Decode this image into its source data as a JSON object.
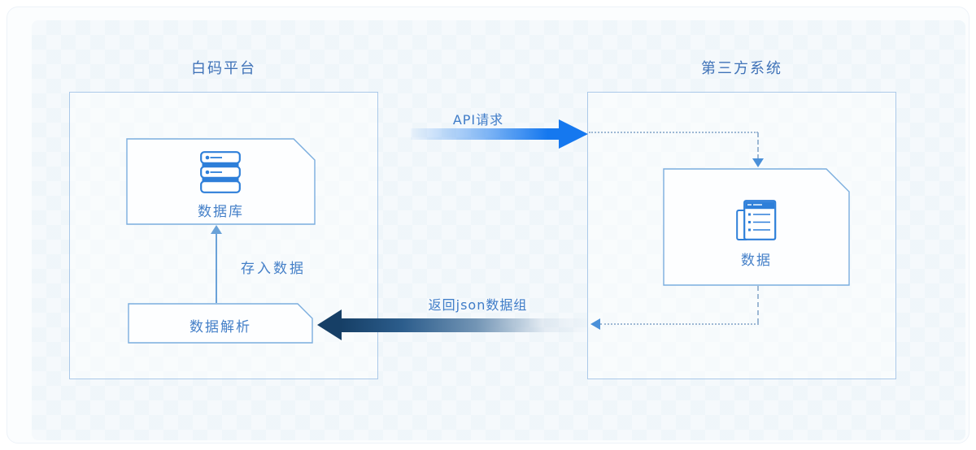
{
  "diagram": {
    "left_system": {
      "title": "白码平台",
      "nodes": {
        "database": {
          "label": "数据库",
          "icon": "database-icon"
        },
        "parser": {
          "label": "数据解析"
        }
      },
      "internal_flow": {
        "label": "存入数据",
        "from": "数据解析",
        "to": "数据库"
      }
    },
    "right_system": {
      "title": "第三方系统",
      "nodes": {
        "data": {
          "label": "数据",
          "icon": "data-table-icon"
        }
      }
    },
    "flows": {
      "request": {
        "label": "API请求",
        "direction": "left-to-right"
      },
      "response": {
        "label": "返回json数据组",
        "direction": "right-to-left"
      }
    },
    "colors": {
      "request_arrow": "#1578ef",
      "response_arrow": "#163f66",
      "container_border": "#abc9e9",
      "node_border": "#7aadde",
      "icon_blue": "#2e7fd9",
      "label_text": "#4580c8",
      "connector": "#9db8d4"
    }
  }
}
